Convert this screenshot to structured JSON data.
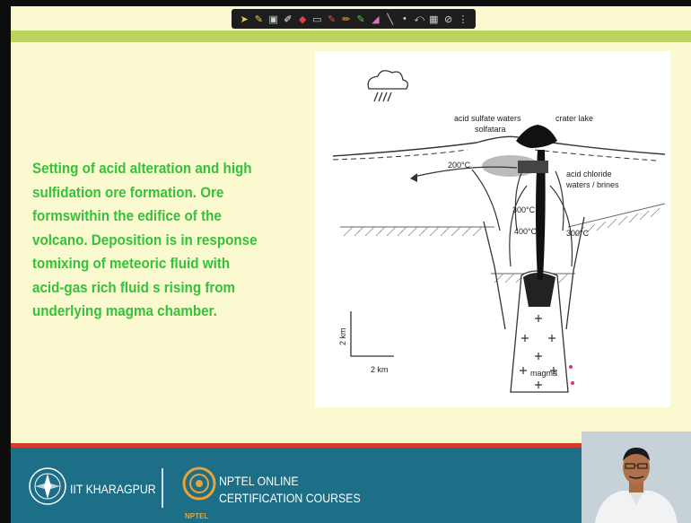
{
  "toolbar": {
    "tools": [
      {
        "name": "arrow-icon",
        "glyph": "➤",
        "color": "#f0d040"
      },
      {
        "name": "pen-icon",
        "glyph": "✎",
        "color": "#f0d040"
      },
      {
        "name": "stamp-icon",
        "glyph": "▣",
        "color": "#d0d0d0"
      },
      {
        "name": "highlighter-icon",
        "glyph": "✐",
        "color": "#ffffff"
      },
      {
        "name": "fill-icon",
        "glyph": "◆",
        "color": "#e04040"
      },
      {
        "name": "shape-icon",
        "glyph": "▭",
        "color": "#d0d0d0"
      },
      {
        "name": "marker-icon",
        "glyph": "✎",
        "color": "#e05050"
      },
      {
        "name": "pencil-icon",
        "glyph": "✏",
        "color": "#f0a020"
      },
      {
        "name": "brush-icon",
        "glyph": "✎",
        "color": "#50d050"
      },
      {
        "name": "eraser-icon",
        "glyph": "◢",
        "color": "#e070c0"
      },
      {
        "name": "line-icon",
        "glyph": "╲",
        "color": "#d0d0d0"
      },
      {
        "name": "dot-icon",
        "glyph": "•",
        "color": "#d0d0d0"
      },
      {
        "name": "undo-icon",
        "glyph": "⤺",
        "color": "#d0d0d0"
      },
      {
        "name": "grid-icon",
        "glyph": "▦",
        "color": "#d0d0d0"
      },
      {
        "name": "clear-icon",
        "glyph": "⊘",
        "color": "#d0d0d0"
      },
      {
        "name": "menu-icon",
        "glyph": "⋮",
        "color": "#d0d0d0"
      }
    ]
  },
  "slide": {
    "body_text": "Setting of acid alteration and high\nsulfidation ore formation. Ore\nformswithin the edifice of the\nvolcano. Deposition is in response\ntomixing of meteoric fluid with\nacid-gas rich fluid s rising from\nunderlying magma chamber.",
    "text_color": "#35c23a"
  },
  "figure": {
    "labels": {
      "acid_sulfate": "acid sulfate waters",
      "solfatara": "solfatara",
      "crater_lake": "crater lake",
      "t200": "200°C",
      "acid_chloride": "acid chloride",
      "waters_brines": "waters / brines",
      "t300a": "300°C",
      "t400": "400°C",
      "t300b": "300°C",
      "magma": "magma",
      "scale_v": "2 km",
      "scale_h": "2 km"
    }
  },
  "footer": {
    "institute": "IIT KHARAGPUR",
    "nptel_line1": "NPTEL ONLINE",
    "nptel_line2": "CERTIFICATION COURSES",
    "nptel_small": "NPTEL"
  },
  "colors": {
    "slide_bg": "#fbf9cf",
    "top_band": "#bcd35f",
    "footer": "#1c6f86",
    "footer_stripe": "#d63a29"
  }
}
